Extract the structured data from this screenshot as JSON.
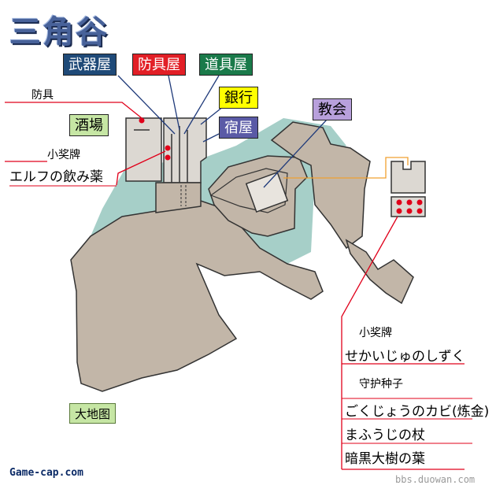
{
  "title": "三角谷",
  "shops": {
    "weapon": "武器屋",
    "armor": "防具屋",
    "item": "道具屋",
    "bank": "銀行",
    "inn": "宿屋",
    "bar": "酒場",
    "church": "教会"
  },
  "left_panel": {
    "armor_label": "防具",
    "medal_label": "小奖牌",
    "medal_item": "エルフの飲み薬"
  },
  "right_panel": {
    "medal_label": "小奖牌",
    "medal_item": "せかいじゅのしずく",
    "seed_label": "守护种子",
    "items": [
      "ごくじょうのカビ(炼金)",
      "まふうじの杖",
      "暗黒大樹の葉"
    ]
  },
  "world_map": "大地图",
  "watermarks": {
    "left": "Game-cap.com",
    "right": "bbs.duowan.com"
  },
  "colors": {
    "terrain": "#c2b6a8",
    "water": "#a6cfc8",
    "weapon_bg": "#1f4a78",
    "armor_bg": "#e21f26",
    "item_bg": "#1a7a4a",
    "bank_bg": "#ffff00",
    "inn_bg": "#5a5aa6",
    "bar_bg": "#c6e6a4",
    "church_bg": "#b8a0dc",
    "marker": "#e0001a"
  }
}
